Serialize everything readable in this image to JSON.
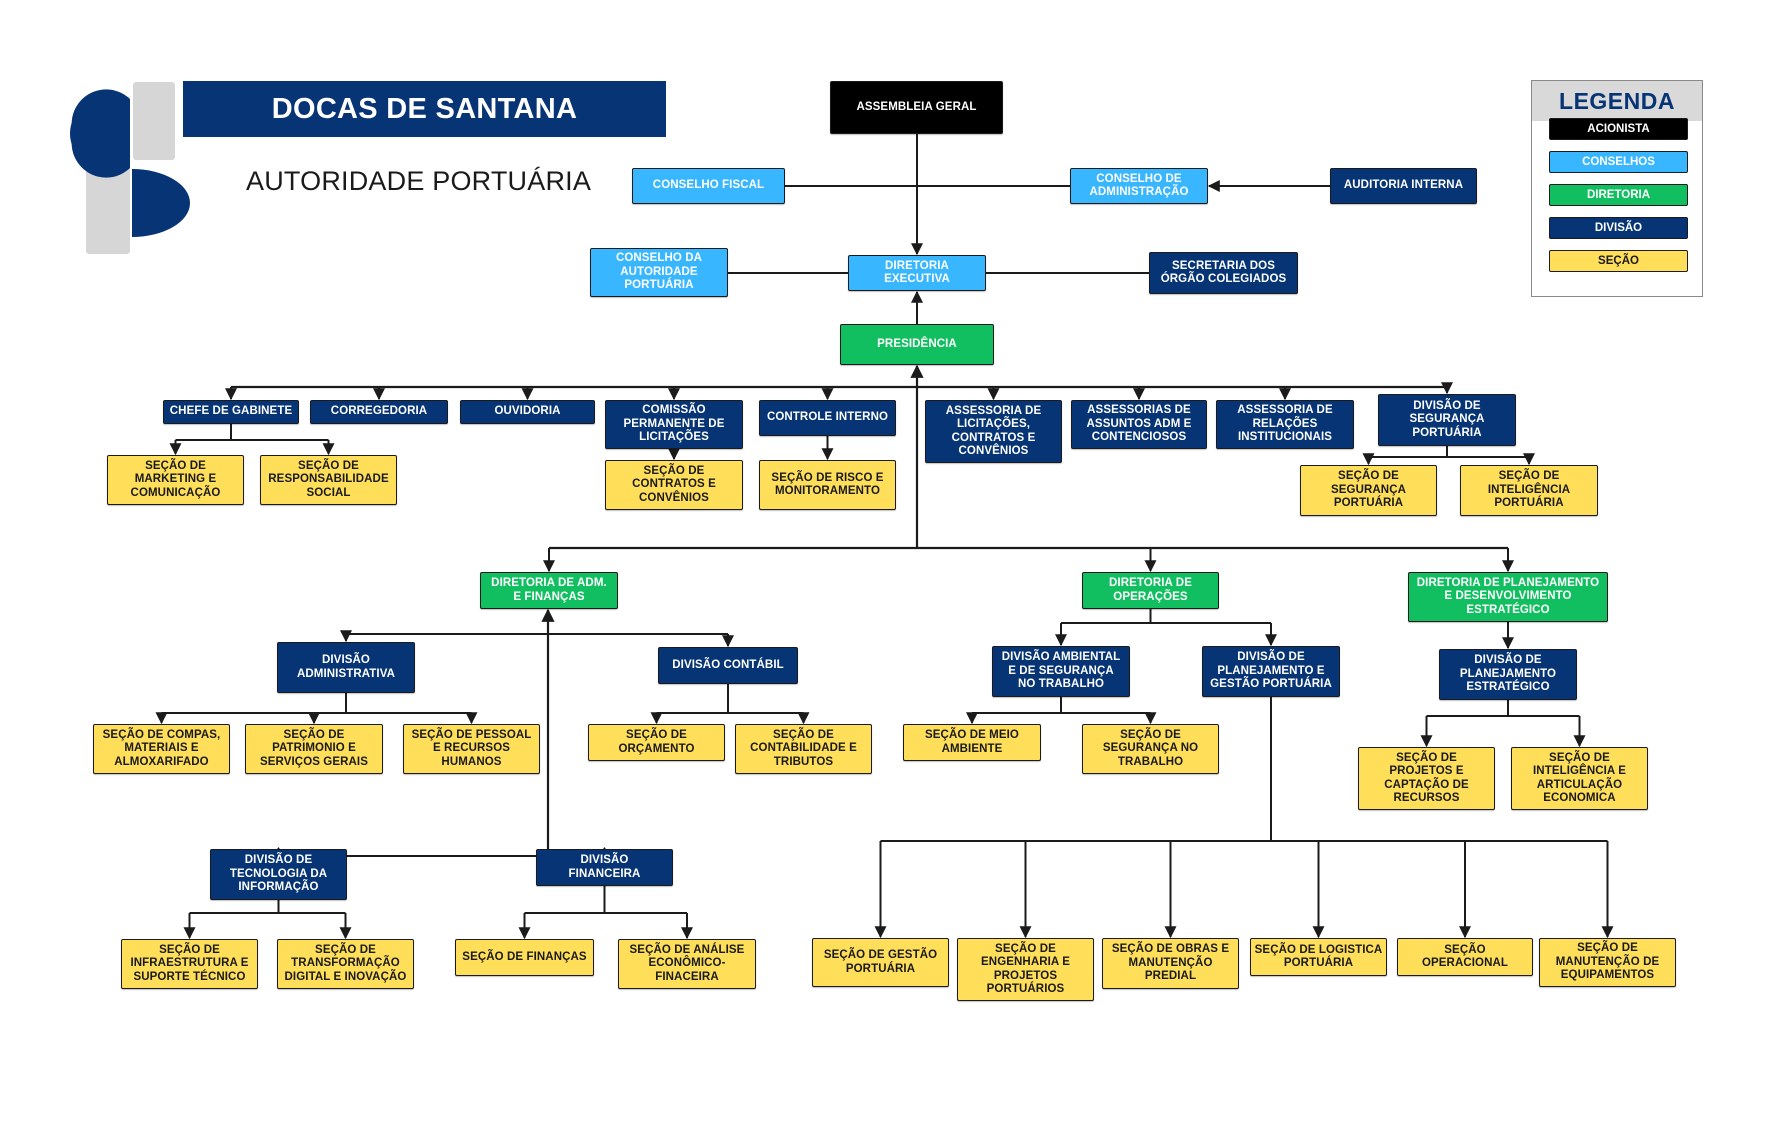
{
  "header": {
    "title": "DOCAS DE SANTANA",
    "subtitle": "AUTORIDADE PORTUÁRIA"
  },
  "legend": {
    "title": "LEGENDA",
    "items": [
      {
        "label": "ACIONISTA",
        "kind": "acionista"
      },
      {
        "label": "CONSELHOS",
        "kind": "conselho"
      },
      {
        "label": "DIRETORIA",
        "kind": "diretoria"
      },
      {
        "label": "DIVISÃO",
        "kind": "divisao"
      },
      {
        "label": "SEÇÃO",
        "kind": "secao"
      }
    ]
  },
  "colors": {
    "acionista": "#000000",
    "conselho": "#38b6ff",
    "diretoria": "#12bf60",
    "divisao": "#063475",
    "secao": "#ffde59",
    "brand": "#063475"
  },
  "org": {
    "assembleia": {
      "label": "ASSEMBLEIA GERAL",
      "kind": "acionista"
    },
    "conselho_fiscal": {
      "label": "CONSELHO FISCAL",
      "kind": "conselho"
    },
    "conselho_adm": {
      "label": "CONSELHO DE\nADMINISTRAÇÃO",
      "kind": "conselho"
    },
    "auditoria": {
      "label": "AUDITORIA INTERNA",
      "kind": "divisao"
    },
    "conselho_autoridade": {
      "label": "CONSELHO DA\nAUTORIDADE\nPORTUÁRIA",
      "kind": "conselho"
    },
    "diretoria_exec": {
      "label": "DIRETORIA\nEXECUTIVA",
      "kind": "conselho"
    },
    "secretaria": {
      "label": "SECRETARIA DOS\nÓRGÃO COLEGIADOS",
      "kind": "divisao"
    },
    "presidencia": {
      "label": "PRESIDÊNCIA",
      "kind": "diretoria"
    },
    "chefe_gabinete": {
      "label": "CHEFE DE GABINETE",
      "kind": "divisao"
    },
    "corregedoria": {
      "label": "CORREGEDORIA",
      "kind": "divisao"
    },
    "ouvidoria": {
      "label": "OUVIDORIA",
      "kind": "divisao"
    },
    "comissao": {
      "label": "COMISSÃO\nPERMANENTE DE\nLICITAÇÕES",
      "kind": "divisao"
    },
    "controle_interno": {
      "label": "CONTROLE INTERNO",
      "kind": "divisao"
    },
    "assessoria_licitacoes": {
      "label": "ASSESSORIA DE\nLICITAÇÕES,\nCONTRATOS E\nCONVÊNIOS",
      "kind": "divisao"
    },
    "assessorias_adm": {
      "label": "ASSESSORIAS DE\nASSUNTOS ADM E\nCONTENCIOSOS",
      "kind": "divisao"
    },
    "assessoria_relacoes": {
      "label": "ASSESSORIA DE\nRELAÇÕES\nINSTITUCIONAIS",
      "kind": "divisao"
    },
    "div_seguranca": {
      "label": "DIVISÃO DE\nSEGURANÇA\nPORTUÁRIA",
      "kind": "divisao"
    },
    "sec_marketing": {
      "label": "SEÇÃO DE\nMARKETING E\nCOMUNICAÇÃO",
      "kind": "secao"
    },
    "sec_responsabilidade": {
      "label": "SEÇÃO DE\nRESPONSABILIDADE\nSOCIAL",
      "kind": "secao"
    },
    "sec_contratos": {
      "label": "SEÇÃO DE\nCONTRATOS E\nCONVÊNIOS",
      "kind": "secao"
    },
    "sec_risco": {
      "label": "SEÇÃO DE RISCO E\nMONITORAMENTO",
      "kind": "secao"
    },
    "sec_seg_portuaria": {
      "label": "SEÇÃO DE\nSEGURANÇA\nPORTUÁRIA",
      "kind": "secao"
    },
    "sec_intel_portuaria": {
      "label": "SEÇÃO DE\nINTELIGÊNCIA\nPORTUÁRIA",
      "kind": "secao"
    },
    "dir_adm": {
      "label": "DIRETORIA DE ADM.\nE FINANÇAS",
      "kind": "diretoria"
    },
    "dir_operacoes": {
      "label": "DIRETORIA DE\nOPERAÇÕES",
      "kind": "diretoria"
    },
    "dir_planejamento": {
      "label": "DIRETORIA DE PLANEJAMENTO\nE DESENVOLVIMENTO\nESTRATÉGICO",
      "kind": "diretoria"
    },
    "div_administrativa": {
      "label": "DIVISÃO\nADMINISTRATIVA",
      "kind": "divisao"
    },
    "div_contabil": {
      "label": "DIVISÃO CONTÁBIL",
      "kind": "divisao"
    },
    "sec_compras": {
      "label": "SEÇÃO DE COMPAS,\nMATERIAIS E\nALMOXARIFADO",
      "kind": "secao"
    },
    "sec_patrimonio": {
      "label": "SEÇÃO DE\nPATRIMONIO E\nSERVIÇOS GERAIS",
      "kind": "secao"
    },
    "sec_pessoal": {
      "label": "SEÇÃO DE PESSOAL\nE RECURSOS\nHUMANOS",
      "kind": "secao"
    },
    "sec_orcamento": {
      "label": "SEÇÃO DE\nORÇAMENTO",
      "kind": "secao"
    },
    "sec_contabilidade": {
      "label": "SEÇÃO DE\nCONTABILIDADE E\nTRIBUTOS",
      "kind": "secao"
    },
    "div_ti": {
      "label": "DIVISÃO DE\nTECNOLOGIA DA\nINFORMAÇÃO",
      "kind": "divisao"
    },
    "div_financeira": {
      "label": "DIVISÃO\nFINANCEIRA",
      "kind": "divisao"
    },
    "sec_infra": {
      "label": "SEÇÃO DE\nINFRAESTRUTURA E\nSUPORTE TÉCNICO",
      "kind": "secao"
    },
    "sec_transformacao": {
      "label": "SEÇÃO DE\nTRANSFORMAÇÃO\nDIGITAL E INOVAÇÃO",
      "kind": "secao"
    },
    "sec_financas": {
      "label": "SEÇÃO DE FINANÇAS",
      "kind": "secao"
    },
    "sec_analise": {
      "label": "SEÇÃO DE ANÁLISE\nECONÔMICO-\nFINACEIRA",
      "kind": "secao"
    },
    "div_ambiental": {
      "label": "DIVISÃO AMBIENTAL\nE DE  SEGURANÇA\nNO TRABALHO",
      "kind": "divisao"
    },
    "div_plan_gestao": {
      "label": "DIVISÃO DE\nPLANEJAMENTO  E\nGESTÃO PORTUÁRIA",
      "kind": "divisao"
    },
    "sec_meio_ambiente": {
      "label": "SEÇÃO DE MEIO\nAMBIENTE",
      "kind": "secao"
    },
    "sec_seg_trabalho": {
      "label": "SEÇÃO DE\nSEGURANÇA NO\nTRABALHO",
      "kind": "secao"
    },
    "div_plan_estrategico": {
      "label": "DIVISÃO DE\nPLANEJAMENTO\nESTRATÉGICO",
      "kind": "divisao"
    },
    "sec_projetos": {
      "label": "SEÇÃO DE\nPROJETOS E\nCAPTAÇÃO DE\nRECURSOS",
      "kind": "secao"
    },
    "sec_inteligencia": {
      "label": "SEÇÃO DE\nINTELIGÊNCIA E\nARTICULAÇÃO\nECONOMICA",
      "kind": "secao"
    },
    "sec_gestao": {
      "label": "SEÇÃO DE GESTÃO\nPORTUÁRIA",
      "kind": "secao"
    },
    "sec_engenharia": {
      "label": "SEÇÃO DE\nENGENHARIA E\nPROJETOS\nPORTUÁRIOS",
      "kind": "secao"
    },
    "sec_obras": {
      "label": "SEÇÃO DE OBRAS E\nMANUTENÇÃO\nPREDIAL",
      "kind": "secao"
    },
    "sec_logistica": {
      "label": "SEÇÃO DE LOGISTICA\nPORTUÁRIA",
      "kind": "secao"
    },
    "sec_operacional": {
      "label": "SEÇÃO\nOPERACIONAL",
      "kind": "secao"
    },
    "sec_manutencao": {
      "label": "SEÇÃO DE\nMANUTENÇÃO DE\nEQUIPAMENTOS",
      "kind": "secao"
    }
  }
}
